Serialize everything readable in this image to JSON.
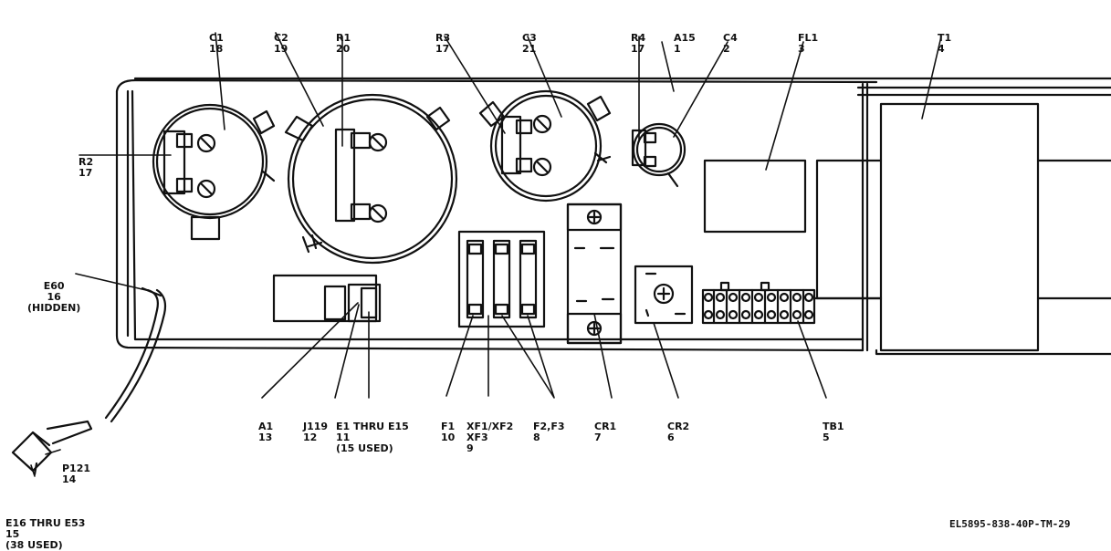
{
  "labels": {
    "c1": {
      "ref": "C1",
      "item": "18"
    },
    "c2": {
      "ref": "C2",
      "item": "19"
    },
    "r1": {
      "ref": "R1",
      "item": "20"
    },
    "r3": {
      "ref": "R3",
      "item": "17"
    },
    "c3": {
      "ref": "C3",
      "item": "21"
    },
    "r4": {
      "ref": "R4",
      "item": "17"
    },
    "a15": {
      "ref": "A15",
      "item": "1"
    },
    "c4": {
      "ref": "C4",
      "item": "2"
    },
    "fl1": {
      "ref": "FL1",
      "item": "3"
    },
    "t1": {
      "ref": "T1",
      "item": "4"
    },
    "r2": {
      "ref": "R2",
      "item": "17"
    },
    "e60": {
      "ref": "E60",
      "item": "16",
      "note": "(HIDDEN)"
    },
    "a1": {
      "ref": "A1",
      "item": "13"
    },
    "j119": {
      "ref": "J119",
      "item": "12"
    },
    "e1": {
      "ref": "E1 THRU E15",
      "item": "11",
      "note": "(15 USED)"
    },
    "f1": {
      "ref": "F1",
      "item": "10"
    },
    "xf": {
      "ref": "XF1/XF2",
      "ref2": "XF3",
      "item": "9"
    },
    "f2f3": {
      "ref": "F2,F3",
      "item": "8"
    },
    "cr1": {
      "ref": "CR1",
      "item": "7"
    },
    "cr2": {
      "ref": "CR2",
      "item": "6"
    },
    "tb1": {
      "ref": "TB1",
      "item": "5"
    },
    "p121": {
      "ref": "P121",
      "item": "14"
    },
    "e16": {
      "ref": "E16 THRU E53",
      "item": "15",
      "note": "(38 USED)"
    }
  },
  "figure_id": "EL5895-838-40P-TM-29"
}
